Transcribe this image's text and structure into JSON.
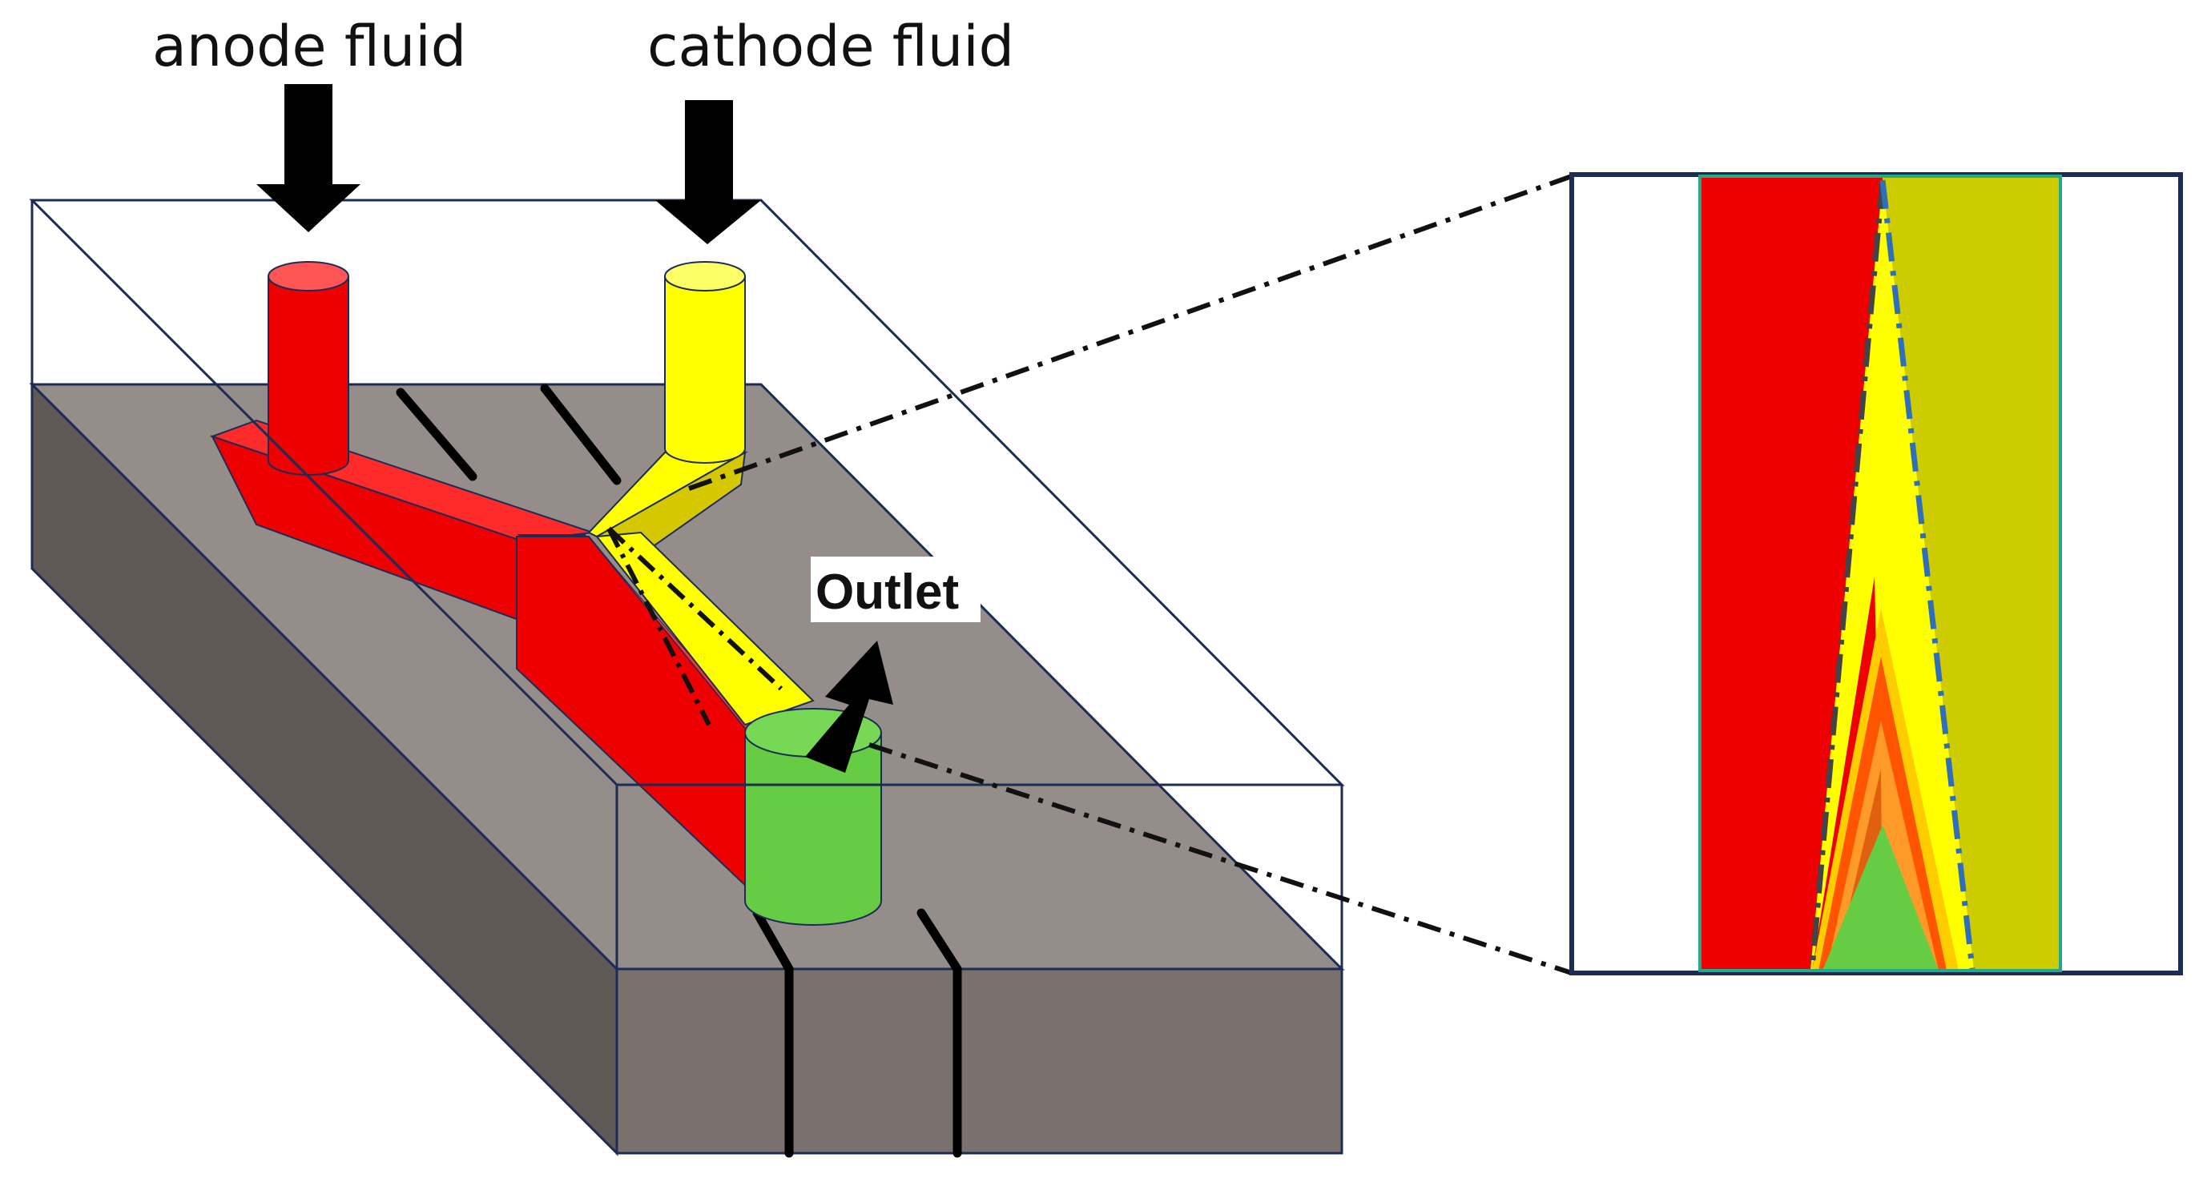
{
  "labels": {
    "anode": "anode fluid",
    "cathode": "cathode fluid",
    "outlet": "Outlet"
  },
  "colors": {
    "anode": "#ee0000",
    "anode_side": "#ff2b2b",
    "cathode": "#ffff00",
    "cathode_side": "#d6c800",
    "outlet": "#66cc44",
    "substrate_top": "#958d89",
    "substrate_front": "#7a716d",
    "substrate_side": "#605956",
    "cover_edge": "#1c2d55",
    "zoom_frame": "#1c2d55",
    "zoom_anode": "#ee0000",
    "zoom_cathode": "#cccc00",
    "zoom_boundary_anode": "#444444",
    "zoom_boundary_cathode": "#2e6fb8"
  },
  "icons": [
    "down-arrow-icon",
    "down-arrow-icon",
    "outlet-arrow-icon"
  ]
}
